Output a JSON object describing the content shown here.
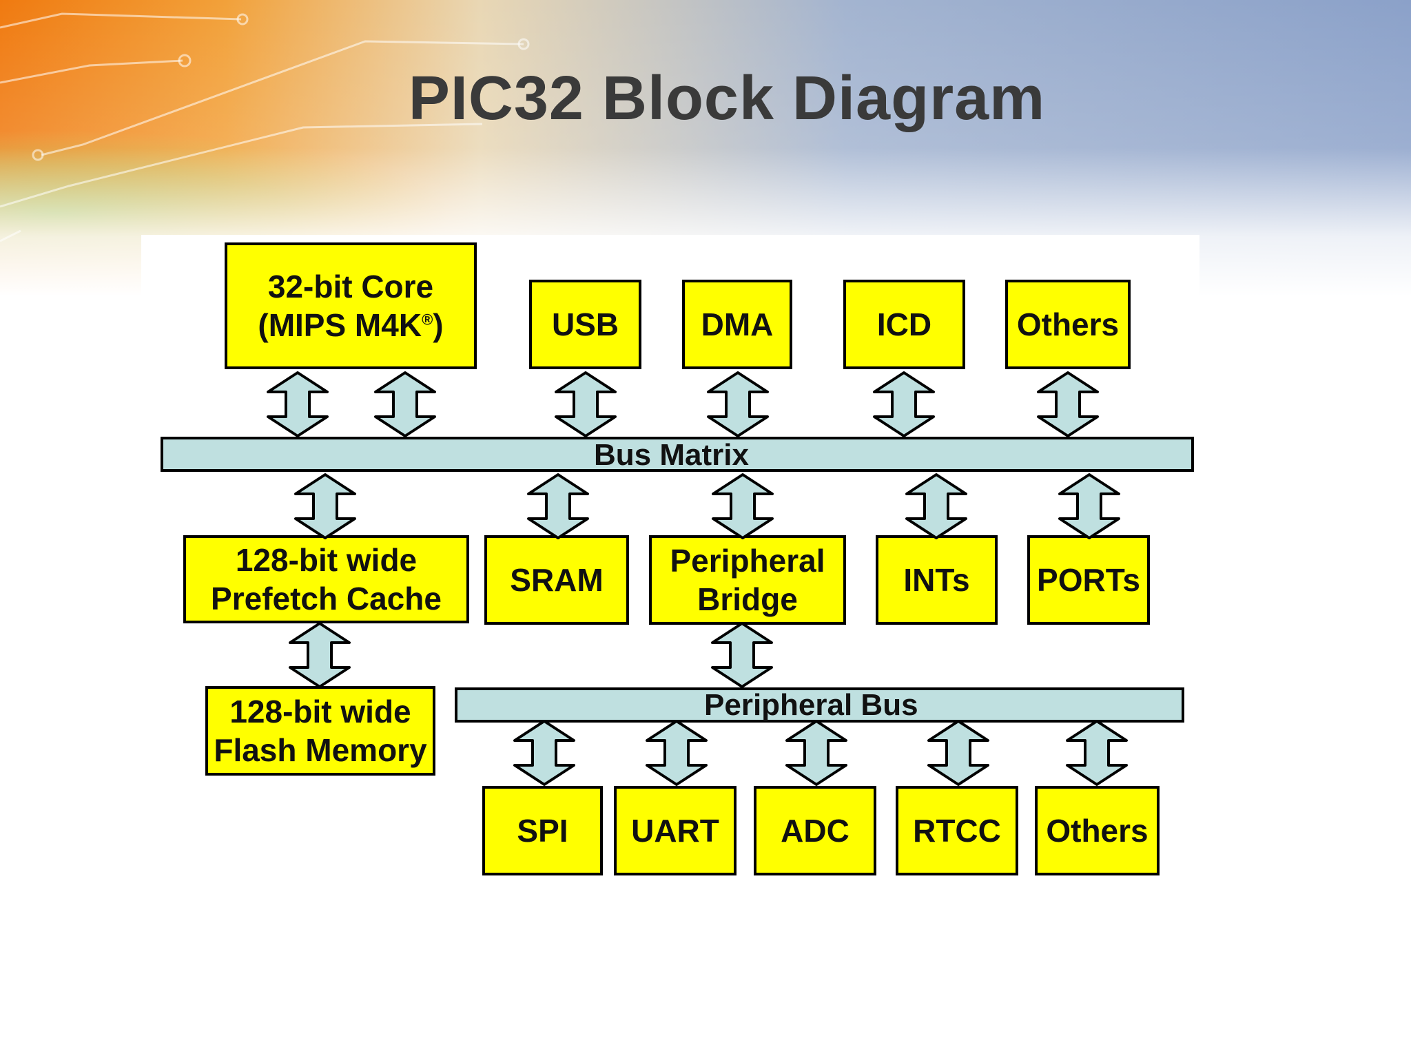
{
  "title": "PIC32 Block Diagram",
  "core": {
    "line1": "32-bit Core",
    "line2_prefix": "(MIPS M4K",
    "registered_mark": "®",
    "line2_suffix": ")"
  },
  "top_modules": [
    "USB",
    "DMA",
    "ICD",
    "Others"
  ],
  "bus_matrix": "Bus Matrix",
  "middle_modules": [
    "128-bit wide\nPrefetch Cache",
    "SRAM",
    "Peripheral\nBridge",
    "INTs",
    "PORTs"
  ],
  "flash": "128-bit wide\nFlash Memory",
  "peripheral_bus": "Peripheral Bus",
  "peripherals": [
    "SPI",
    "UART",
    "ADC",
    "RTCC",
    "Others"
  ],
  "colors": {
    "block_fill": "#ffff00",
    "bus_fill": "#bfe0e0",
    "arrow_fill": "#bfe0e0",
    "title": "#3a3a3a"
  }
}
